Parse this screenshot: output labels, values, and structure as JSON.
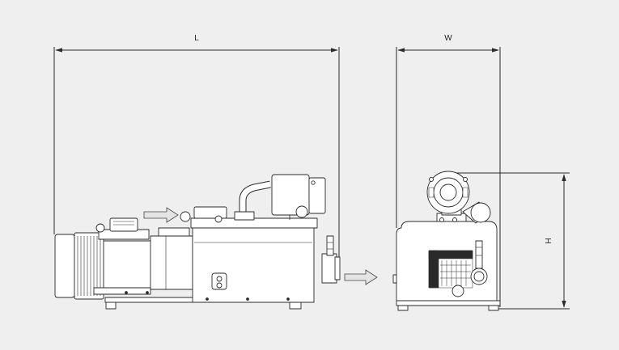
{
  "dimensions": {
    "length_label": "L",
    "width_label": "W",
    "height_label": "H"
  },
  "colors": {
    "background": "#efefef",
    "line": "#2a2a2a",
    "fill": "#ffffff",
    "arrow_fill": "#e4e4e4"
  },
  "icons": {
    "flow_in": "inlet-arrow-icon",
    "flow_out": "outlet-arrow-icon"
  }
}
